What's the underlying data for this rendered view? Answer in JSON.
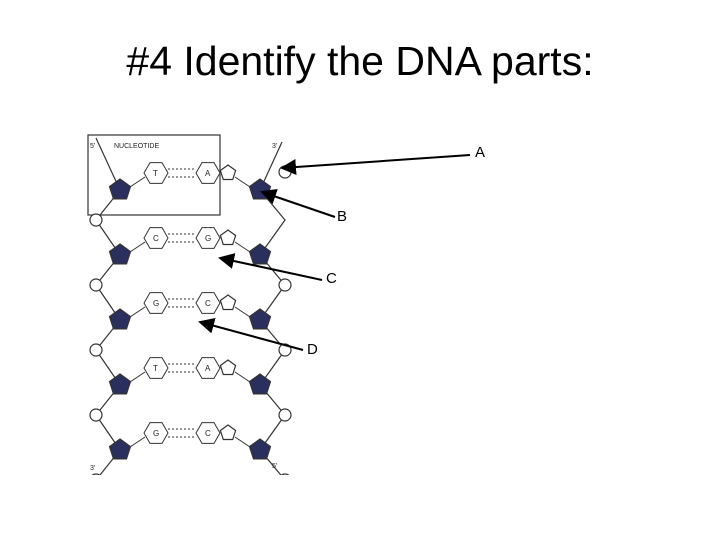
{
  "slide": {
    "title": "#4 Identify the DNA parts:"
  },
  "figure": {
    "box_label": "NUCLEOTIDE",
    "strand_ends": {
      "top_left": "5'",
      "top_right": "3'",
      "bottom_left": "3'",
      "bottom_right": "5'"
    },
    "base_pairs": [
      {
        "left": "T",
        "right": "A"
      },
      {
        "left": "C",
        "right": "G"
      },
      {
        "left": "G",
        "right": "C"
      },
      {
        "left": "T",
        "right": "A"
      },
      {
        "left": "G",
        "right": "C"
      }
    ],
    "colors": {
      "sugar": "#2b2f5e",
      "line": "#333333"
    }
  },
  "callouts": [
    {
      "id": "A",
      "label": "A"
    },
    {
      "id": "B",
      "label": "B"
    },
    {
      "id": "C",
      "label": "C"
    },
    {
      "id": "D",
      "label": "D"
    }
  ]
}
